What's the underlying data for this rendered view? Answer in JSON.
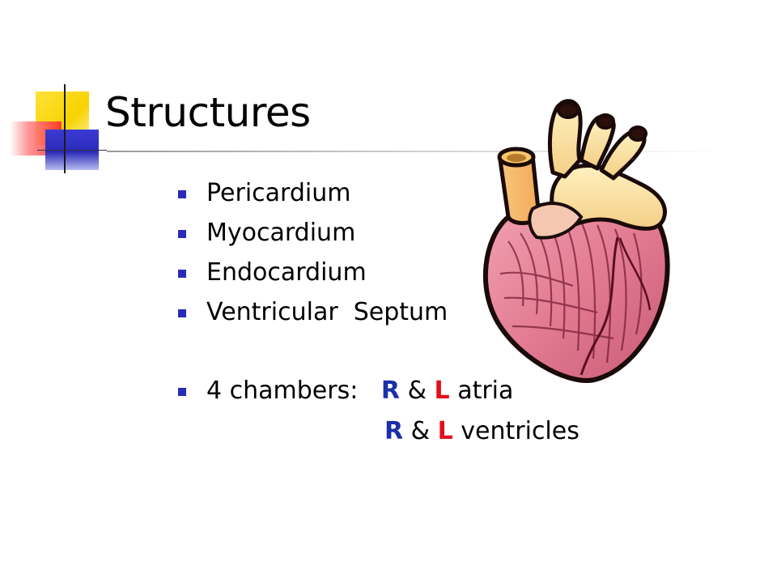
{
  "slide": {
    "title": "Structures",
    "bullets": [
      {
        "text": "Pericardium"
      },
      {
        "text": "Myocardium"
      },
      {
        "text": "Endocardium"
      },
      {
        "text": "Ventricular  Septum"
      }
    ],
    "chambers": {
      "label": "4 chambers:",
      "line1": {
        "right": "R",
        "amp": "&",
        "left": "L",
        "suffix": "atria"
      },
      "line2": {
        "right": "R",
        "amp": "&",
        "left": "L",
        "suffix": "ventricles"
      }
    }
  },
  "colors": {
    "bullet": "#2a2ab8",
    "right_letter": "#1b2fa8",
    "left_letter": "#e0101c",
    "accent_yellow": "#f7d300",
    "accent_red": "#ff2b2b",
    "accent_blue": "#2a2ab8"
  },
  "icons": {
    "illustration": "heart-illustration",
    "decoration": "square-cluster-decoration"
  }
}
